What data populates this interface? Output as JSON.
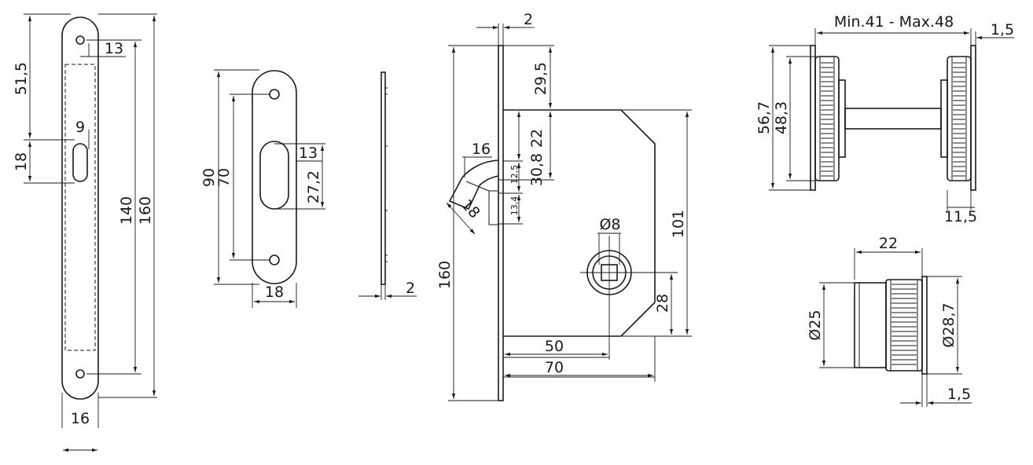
{
  "strike_plate": {
    "d51_5": "51,5",
    "d13": "13",
    "d9": "9",
    "d18": "18",
    "d140": "140",
    "d160": "160",
    "d16": "16"
  },
  "keeper": {
    "d90": "90",
    "d70": "70",
    "d13": "13",
    "d27_2": "27,2",
    "d18": "18"
  },
  "side_profile": {
    "d2": "2"
  },
  "lock_body": {
    "d2": "2",
    "d29_5": "29,5",
    "d22": "22",
    "d30_8": "30,8",
    "d16": "16",
    "d12_5": "12,5",
    "d13_4": "13,4",
    "d18": "18",
    "d160": "160",
    "d8": "Ø8",
    "d101": "101",
    "d28": "28",
    "d50": "50",
    "d70": "70"
  },
  "handle_set": {
    "span": "Min.41 - Max.48",
    "d1_5": "1,5",
    "d56_7": "56,7",
    "d48_3": "48,3",
    "d11_5": "11,5"
  },
  "knob": {
    "d22": "22",
    "d25": "Ø25",
    "d28_7": "Ø28,7",
    "d1_5": "1,5"
  }
}
